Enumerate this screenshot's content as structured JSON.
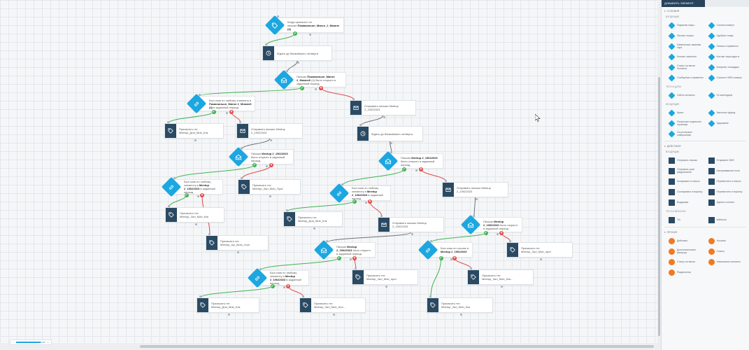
{
  "panel": {
    "tab_active": "ДОБАВИТЬ ЭЛЕМЕНТ",
    "tab_other": "",
    "conditions_title": "УСЛОВИЯ",
    "conditions_sub": "ВХОДЯЩИЕ",
    "conditions_items": [
      "Подписан нары...",
      "Ссылка кликнул",
      "Письмо открыл",
      "Одобрил товар",
      "Изменилась заказная тара",
      "Письмо отправлено",
      "Контакт заполнен",
      "Контакт переходил в",
      "Статус согласия Контакта",
      "Конфликт площадки",
      "Сообщение отправлено",
      "Ссылка в SMS кликнул"
    ],
    "tags_sub": "ТЕГИ И ДАТЫ",
    "tags_items": [
      "Сайты контакты",
      "По календарю"
    ],
    "buttons_sub": "ВХОДЯЩИЕ",
    "buttons_items": [
      "Купил",
      "Заполнил форму",
      "Посмотрел отдельное страницы",
      "Удержание",
      "Отсутствовал совершению"
    ],
    "actions_title": "ДЕЙСТВИЯ",
    "actions_sub": "ВХОДЯЩИЕ",
    "actions_items": [
      "Отправить письмо",
      "Отправить SMS",
      "Отправить push уведомление",
      "Настраиваемое поле",
      "Копировать в список",
      "Переместить в список",
      "Скопировать в воронку",
      "Переместить в воронку",
      "Выдержка",
      "Удалить контакт"
    ],
    "tags2_sub": "ТЕГИ И ВЕБХУКИ",
    "tags2_items": [
      "Тег",
      "Webhook"
    ],
    "other_title": "ПРОЧЕЕ",
    "other_items": [
      "Действия",
      "Условия",
      "Дополнительные фильтры",
      "Список",
      "Статус согласия",
      "Уникальные контакты",
      "Разделитель"
    ]
  },
  "nodes": [
    {
      "id": "n1",
      "kind": "cond",
      "icon": "tag-icon",
      "text_pre": "Когда присвоен тег письме:",
      "text_bold": "Поманильон_Магон_2_Момне (4)",
      "text_post": ""
    },
    {
      "id": "n2",
      "kind": "action",
      "icon": "clock-icon",
      "text_pre": "Ждать до ближайшего четверга",
      "text_bold": "",
      "text_post": ""
    },
    {
      "id": "n3",
      "kind": "cond",
      "icon": "mail-open-icon",
      "text_pre": "Письмо ",
      "text_bold": "Поманильон_Магон 2_Момне6",
      "text_post": " (4) было открыто в заданный период"
    },
    {
      "id": "n4",
      "kind": "cond",
      "icon": "link-icon",
      "text_pre": "Был клик по любому элементу в ",
      "text_bold": "Поманильон_Магон 2_Момне6 (4)",
      "text_post": " в заданный период"
    },
    {
      "id": "n5",
      "kind": "action",
      "icon": "mail-icon",
      "text_pre": "Отправить письмо Meetup 2_19022023",
      "text_bold": "",
      "text_post": ""
    },
    {
      "id": "n6",
      "kind": "action",
      "icon": "tag-icon",
      "text_pre": "Присвоить тег: Meetup_Для_Mob_Клк",
      "text_bold": "",
      "text_post": ""
    },
    {
      "id": "n7",
      "kind": "action",
      "icon": "mail-icon",
      "text_pre": "Отправить письмо Meetup 2_19022023",
      "text_bold": "",
      "text_post": ""
    },
    {
      "id": "n8",
      "kind": "action",
      "icon": "clock-icon",
      "text_pre": "Ждать до ближайшего четверга",
      "text_bold": "",
      "text_post": ""
    },
    {
      "id": "n9",
      "kind": "cond",
      "icon": "mail-open-icon",
      "text_pre": "Письмо ",
      "text_bold": "Meetup 2_19022023",
      "text_post": " было открыто в заданный период"
    },
    {
      "id": "n10",
      "kind": "cond",
      "icon": "mail-open-icon",
      "text_pre": "Письмо ",
      "text_bold": "Meetup 2_19022023",
      "text_post": " было открыто в заданный период"
    },
    {
      "id": "n11",
      "kind": "cond",
      "icon": "link-icon",
      "text_pre": "Был клик по любому элементу в ",
      "text_bold": "Meetup 2_19022023",
      "text_post": " в заданный период"
    },
    {
      "id": "n12",
      "kind": "action",
      "icon": "tag-icon",
      "text_pre": "Присвоить тег: Meetup_Зал_Mob_Прот",
      "text_bold": "",
      "text_post": ""
    },
    {
      "id": "n13",
      "kind": "cond",
      "icon": "link-icon",
      "text_pre": "Был клик по любому элементу в ",
      "text_bold": "Meetup 2_19022023",
      "text_post": " в заданный период"
    },
    {
      "id": "n14",
      "kind": "action",
      "icon": "mail-icon",
      "text_pre": "Отправить письмо Meetup 2_19022023",
      "text_bold": "",
      "text_post": ""
    },
    {
      "id": "n15",
      "kind": "action",
      "icon": "tag-icon",
      "text_pre": "Присвоить тег: Meetup_Зал_Mob_Клк",
      "text_bold": "",
      "text_post": ""
    },
    {
      "id": "n16",
      "kind": "action",
      "icon": "tag-icon",
      "text_pre": "Присвоить тег: Meetup_Для_Mob_Клк",
      "text_bold": "",
      "text_post": ""
    },
    {
      "id": "n17",
      "kind": "action",
      "icon": "mail-icon",
      "text_pre": "Отправить письмо Meetup 2_19022023",
      "text_bold": "",
      "text_post": ""
    },
    {
      "id": "n18",
      "kind": "cond",
      "icon": "mail-open-icon",
      "text_pre": "Письмо ",
      "text_bold": "Meetup 2_19022023",
      "text_post": " было открыто в заданный период"
    },
    {
      "id": "n19",
      "kind": "action",
      "icon": "tag-icon",
      "text_pre": "Присвоить тег: Meetup_Цо_Ката_точн",
      "text_bold": "",
      "text_post": ""
    },
    {
      "id": "n20",
      "kind": "cond",
      "icon": "mail-open-icon",
      "text_pre": "Письмо ",
      "text_bold": "Meetup 2_19022023",
      "text_post": " было открыто в заданный период"
    },
    {
      "id": "n21",
      "kind": "cond",
      "icon": "link-icon",
      "text_pre": "Был клик по ссылке в ",
      "text_bold": "Meetup 2_19022023",
      "text_post": ""
    },
    {
      "id": "n22",
      "kind": "action",
      "icon": "tag-icon",
      "text_pre": "Присвоить тег: Meetup_Зал_Mob_прот",
      "text_bold": "",
      "text_post": ""
    },
    {
      "id": "n23",
      "kind": "cond",
      "icon": "link-icon",
      "text_pre": "Был клик по любому элементу в ",
      "text_bold": "Meetup 2_19022023",
      "text_post": " в заданный период"
    },
    {
      "id": "n24",
      "kind": "action",
      "icon": "tag-icon",
      "text_pre": "Присвоить тег: Meetup_Зал_Mob_прот",
      "text_bold": "",
      "text_post": ""
    },
    {
      "id": "n25",
      "kind": "action",
      "icon": "tag-icon",
      "text_pre": "Присвоить тег: Meetup_Зал_Mob_Клк...",
      "text_bold": "",
      "text_post": ""
    },
    {
      "id": "n26",
      "kind": "action",
      "icon": "tag-icon",
      "text_pre": "Присвоить тег: Meetup_Для_Mob_Клк",
      "text_bold": "",
      "text_post": ""
    },
    {
      "id": "n27",
      "kind": "action",
      "icon": "tag-icon",
      "text_pre": "Присвоить тег: Meetup_Зал_Mob_Кло...",
      "text_bold": "",
      "text_post": ""
    },
    {
      "id": "n28",
      "kind": "action",
      "icon": "tag-icon",
      "text_pre": "Присвоить тег: Meetup_Зал_Mob_Клк",
      "text_bold": "",
      "text_post": ""
    }
  ],
  "colors": {
    "yes": "#3fb451",
    "no": "#e34b4b",
    "neutral": "#6b7178",
    "accent": "#1ca7e0",
    "action": "#2a4a63"
  }
}
